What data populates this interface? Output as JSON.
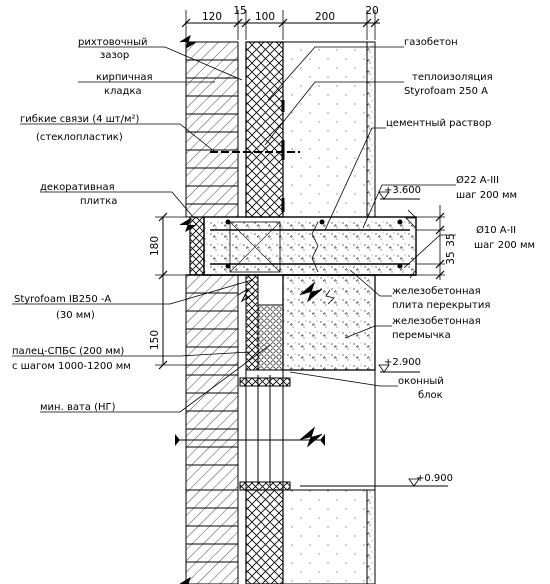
{
  "dimensions": {
    "top": [
      "120",
      "15",
      "100",
      "200",
      "20"
    ],
    "left_slab": "180",
    "left_lintel": "150",
    "rebar_spacing_a": "35",
    "rebar_spacing_b": "35"
  },
  "elevations": {
    "slab": "+3.600",
    "lintel": "+2.900",
    "sill": "+0.900"
  },
  "labels": {
    "gap_1": "рихтовочный",
    "gap_2": "зазор",
    "brick_1": "кирпичная",
    "brick_2": "кладка",
    "ties_1": "гибкие связи (4 шт/м²)",
    "ties_2": "(стеклопластик)",
    "tile_1": "декоративная",
    "tile_2": "плитка",
    "styro_ib_1": "Styrofoam IB250 -A",
    "styro_ib_2": "(30 мм)",
    "palec_1": "палец-СПБС (200 мм)",
    "palec_2": "с шагом 1000-1200 мм",
    "minvata": "мин. вата (НГ)",
    "gazobeton": "газобетон",
    "insul_1": "теплоизоляция",
    "insul_2": "Styrofoam 250 A",
    "mortar": "цементный раствор",
    "rebar1_1": "Ø22 А-III",
    "rebar1_2": "шаг 200 мм",
    "rebar2_1": "Ø10 А-II",
    "rebar2_2": "шаг 200 мм",
    "slab_1": "железобетонная",
    "slab_2": "плита перекрытия",
    "lintel_1": "железобетонная",
    "lintel_2": "перемычка",
    "window_1": "оконный",
    "window_2": "блок"
  }
}
